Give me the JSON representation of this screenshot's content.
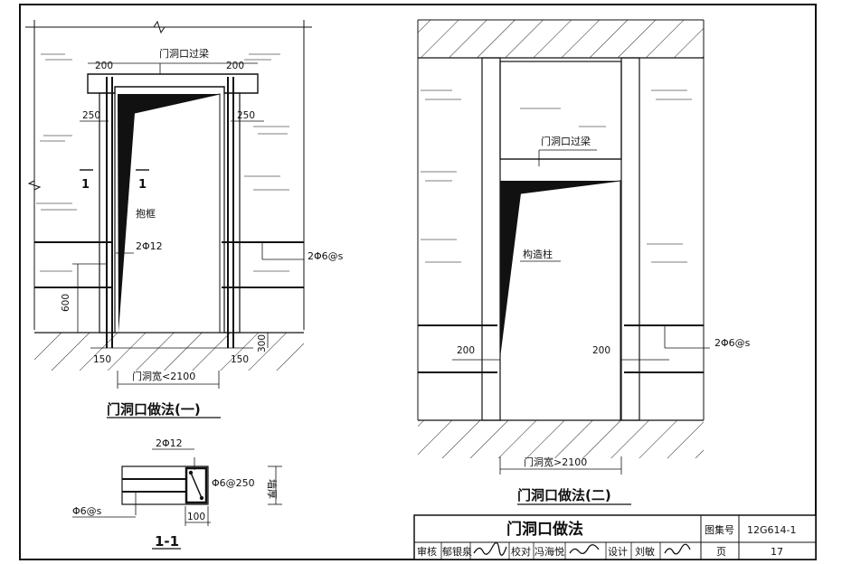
{
  "left_detail": {
    "beam_label": "门洞口过梁",
    "dim_top_left": "200",
    "dim_top_right": "200",
    "dim_side_left": "250",
    "dim_side_right": "250",
    "section_mark_1": "1",
    "section_mark_2": "1",
    "frame_label": "抱框",
    "rebar_label": "2Φ12",
    "tie_label": "2Φ6@s",
    "dim_600": "600",
    "dim_300": "300",
    "dim_150_left": "150",
    "dim_150_right": "150",
    "width_label": "门洞宽<2100",
    "caption": "门洞口做法(一)"
  },
  "section_detail": {
    "rebar_label": "2Φ12",
    "stirrup_label": "Φ6@250",
    "thickness_label": "墙厚",
    "tie_label": "Φ6@s",
    "dim_100": "100",
    "caption": "1-1"
  },
  "right_detail": {
    "beam_label": "门洞口过梁",
    "column_label": "构造柱",
    "dim_left": "200",
    "dim_right": "200",
    "tie_label": "2Φ6@s",
    "width_label": "门洞宽>2100",
    "caption": "门洞口做法(二)"
  },
  "title_block": {
    "drawing_title": "门洞口做法",
    "atlas_label": "图集号",
    "atlas_value": "12G614-1",
    "review_label": "审核",
    "reviewer": "郁银泉",
    "check_label": "校对",
    "checker": "冯海悦",
    "design_label": "设计",
    "designer": "刘敏",
    "page_label": "页",
    "page_value": "17"
  }
}
